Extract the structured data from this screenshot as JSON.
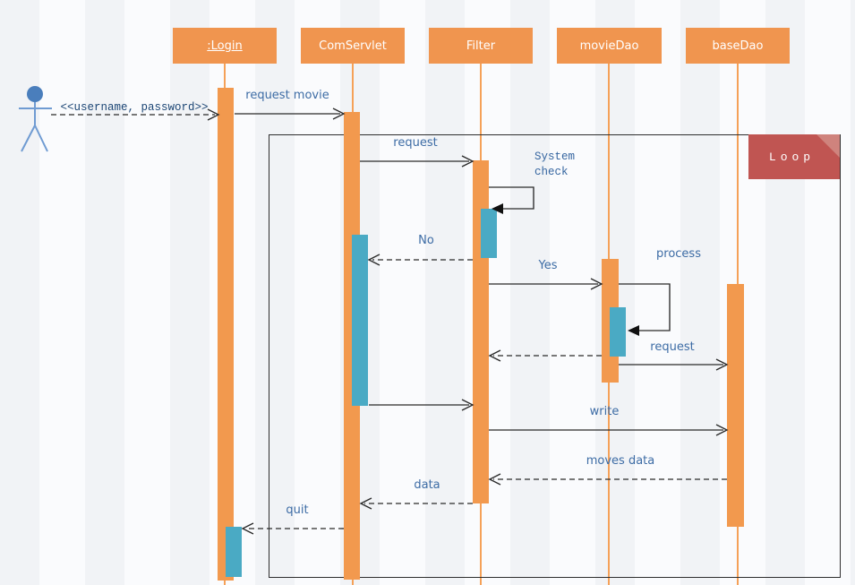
{
  "diagram": {
    "type": "uml-sequence",
    "participants": [
      {
        "label": ":Login",
        "instance_underlined": true
      },
      {
        "label": "ComServlet",
        "instance_underlined": false
      },
      {
        "label": "Filter",
        "instance_underlined": false
      },
      {
        "label": "movieDao",
        "instance_underlined": false
      },
      {
        "label": "baseDao",
        "instance_underlined": false
      }
    ],
    "actor": {
      "description": "stick-figure user actor at left"
    },
    "fragment": {
      "label": "Loop"
    },
    "messages": [
      {
        "label": "<<username, password>>",
        "from": "actor",
        "to": ":Login",
        "line": "dashed",
        "arrow": "open"
      },
      {
        "label": "request movie",
        "from": ":Login",
        "to": "ComServlet",
        "line": "solid",
        "arrow": "open"
      },
      {
        "label": "request",
        "from": "ComServlet",
        "to": "Filter",
        "line": "solid",
        "arrow": "open"
      },
      {
        "label": "System\ncheck",
        "from": "Filter",
        "to": "Filter",
        "line": "solid",
        "arrow": "filled",
        "kind": "self"
      },
      {
        "label": "No",
        "from": "Filter",
        "to": "ComServlet",
        "line": "dashed",
        "arrow": "open"
      },
      {
        "label": "Yes",
        "from": "Filter",
        "to": "movieDao",
        "line": "solid",
        "arrow": "open"
      },
      {
        "label": "process",
        "from": "movieDao",
        "to": "movieDao",
        "line": "solid",
        "arrow": "filled",
        "kind": "self"
      },
      {
        "label": "",
        "from": "movieDao",
        "to": "Filter",
        "line": "dashed",
        "arrow": "open"
      },
      {
        "label": "request",
        "from": "movieDao",
        "to": "baseDao",
        "line": "solid",
        "arrow": "open"
      },
      {
        "label": "",
        "from": "ComServlet",
        "to": "Filter",
        "line": "solid",
        "arrow": "open"
      },
      {
        "label": "write",
        "from": "Filter",
        "to": "baseDao",
        "line": "solid",
        "arrow": "open"
      },
      {
        "label": "moves data",
        "from": "baseDao",
        "to": "Filter",
        "line": "dashed",
        "arrow": "open"
      },
      {
        "label": "data",
        "from": "Filter",
        "to": "ComServlet",
        "line": "dashed",
        "arrow": "open"
      },
      {
        "label": "quit",
        "from": "ComServlet",
        "to": ":Login",
        "line": "dashed",
        "arrow": "open"
      }
    ],
    "colors": {
      "header_fill": "#F0954F",
      "activation_fill": "#F2994E",
      "nested_activation_fill": "#4AAAC4",
      "lifeline": "#F5A158",
      "fragment_fill": "#C05552",
      "fragment_fold": "#CF837D",
      "message_text": "#3D6CA5",
      "stereotype_text": "#1C4675",
      "line": "#2a2a2a",
      "actor_blue": "#4A7EBC"
    }
  }
}
